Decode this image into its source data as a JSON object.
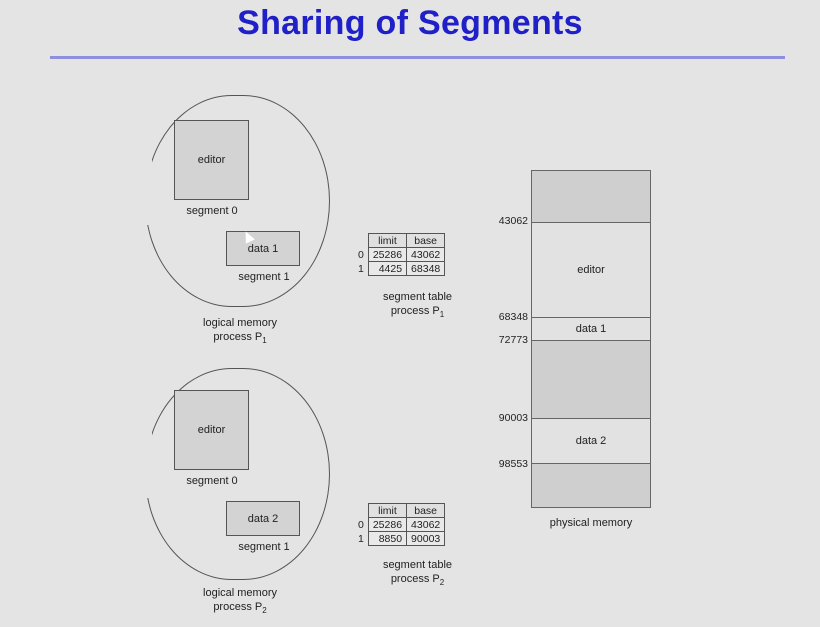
{
  "title": "Sharing of Segments",
  "process1": {
    "seg0_box": "editor",
    "seg0_label": "segment 0",
    "seg1_box": "data 1",
    "seg1_label": "segment 1",
    "caption_line1": "logical memory",
    "caption_line2": "process P",
    "caption_sub": "1",
    "table": {
      "headers": [
        "limit",
        "base"
      ],
      "rows": [
        {
          "index": "0",
          "limit": "25286",
          "base": "43062"
        },
        {
          "index": "1",
          "limit": "4425",
          "base": "68348"
        }
      ],
      "caption_line1": "segment table",
      "caption_line2": "process P",
      "caption_sub": "1"
    }
  },
  "process2": {
    "seg0_box": "editor",
    "seg0_label": "segment 0",
    "seg1_box": "data 2",
    "seg1_label": "segment 1",
    "caption_line1": "logical memory",
    "caption_line2": "process P",
    "caption_sub": "2",
    "table": {
      "headers": [
        "limit",
        "base"
      ],
      "rows": [
        {
          "index": "0",
          "limit": "25286",
          "base": "43062"
        },
        {
          "index": "1",
          "limit": "8850",
          "base": "90003"
        }
      ],
      "caption_line1": "segment table",
      "caption_line2": "process P",
      "caption_sub": "2"
    }
  },
  "physical_memory": {
    "caption": "physical memory",
    "addresses": [
      "43062",
      "68348",
      "72773",
      "90003",
      "98553"
    ],
    "segments": [
      "editor",
      "data 1",
      "data 2"
    ]
  }
}
